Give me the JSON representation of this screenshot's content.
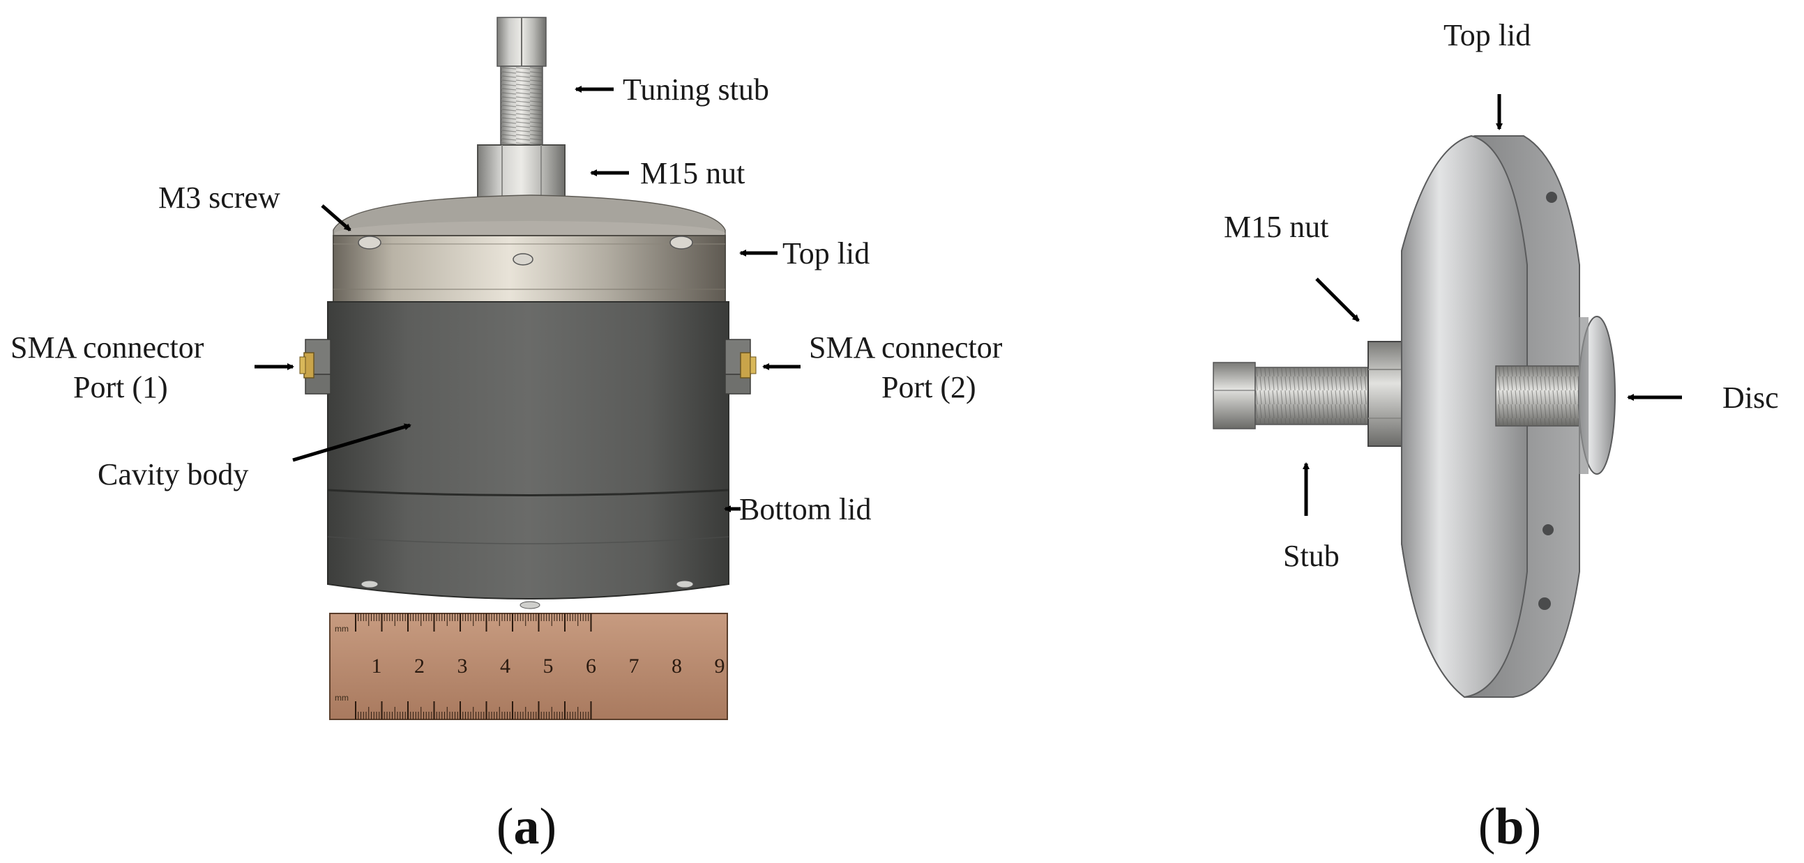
{
  "panel_a": {
    "labels": {
      "tuning_stub": "Tuning stub",
      "m15_nut": "M15 nut",
      "m3_screw": "M3 screw",
      "top_lid": "Top lid",
      "sma_left_line1": "SMA connector",
      "sma_left_line2": "Port (1)",
      "sma_right_line1": "SMA connector",
      "sma_right_line2": "Port (2)",
      "cavity_body": "Cavity body",
      "bottom_lid": "Bottom lid"
    },
    "ruler": {
      "unit_label": "mm",
      "ticks": [
        "1",
        "2",
        "3",
        "4",
        "5",
        "6",
        "7",
        "8",
        "9"
      ]
    },
    "caption_open": "(",
    "caption_letter": "a",
    "caption_close": ")"
  },
  "panel_b": {
    "labels": {
      "top_lid": "Top lid",
      "m15_nut": "M15 nut",
      "disc": "Disc",
      "stub": "Stub"
    },
    "caption_open": "(",
    "caption_letter": "b",
    "caption_close": ")"
  },
  "colors": {
    "steel_light": "#d8d8d6",
    "steel_mid": "#a9a9a6",
    "steel_dark": "#6f6f6c",
    "cavity_gray": "#5b5c5a",
    "aluminum": "#c9cacb",
    "ruler_wood": "#b6876a",
    "brass": "#c9a44a"
  }
}
